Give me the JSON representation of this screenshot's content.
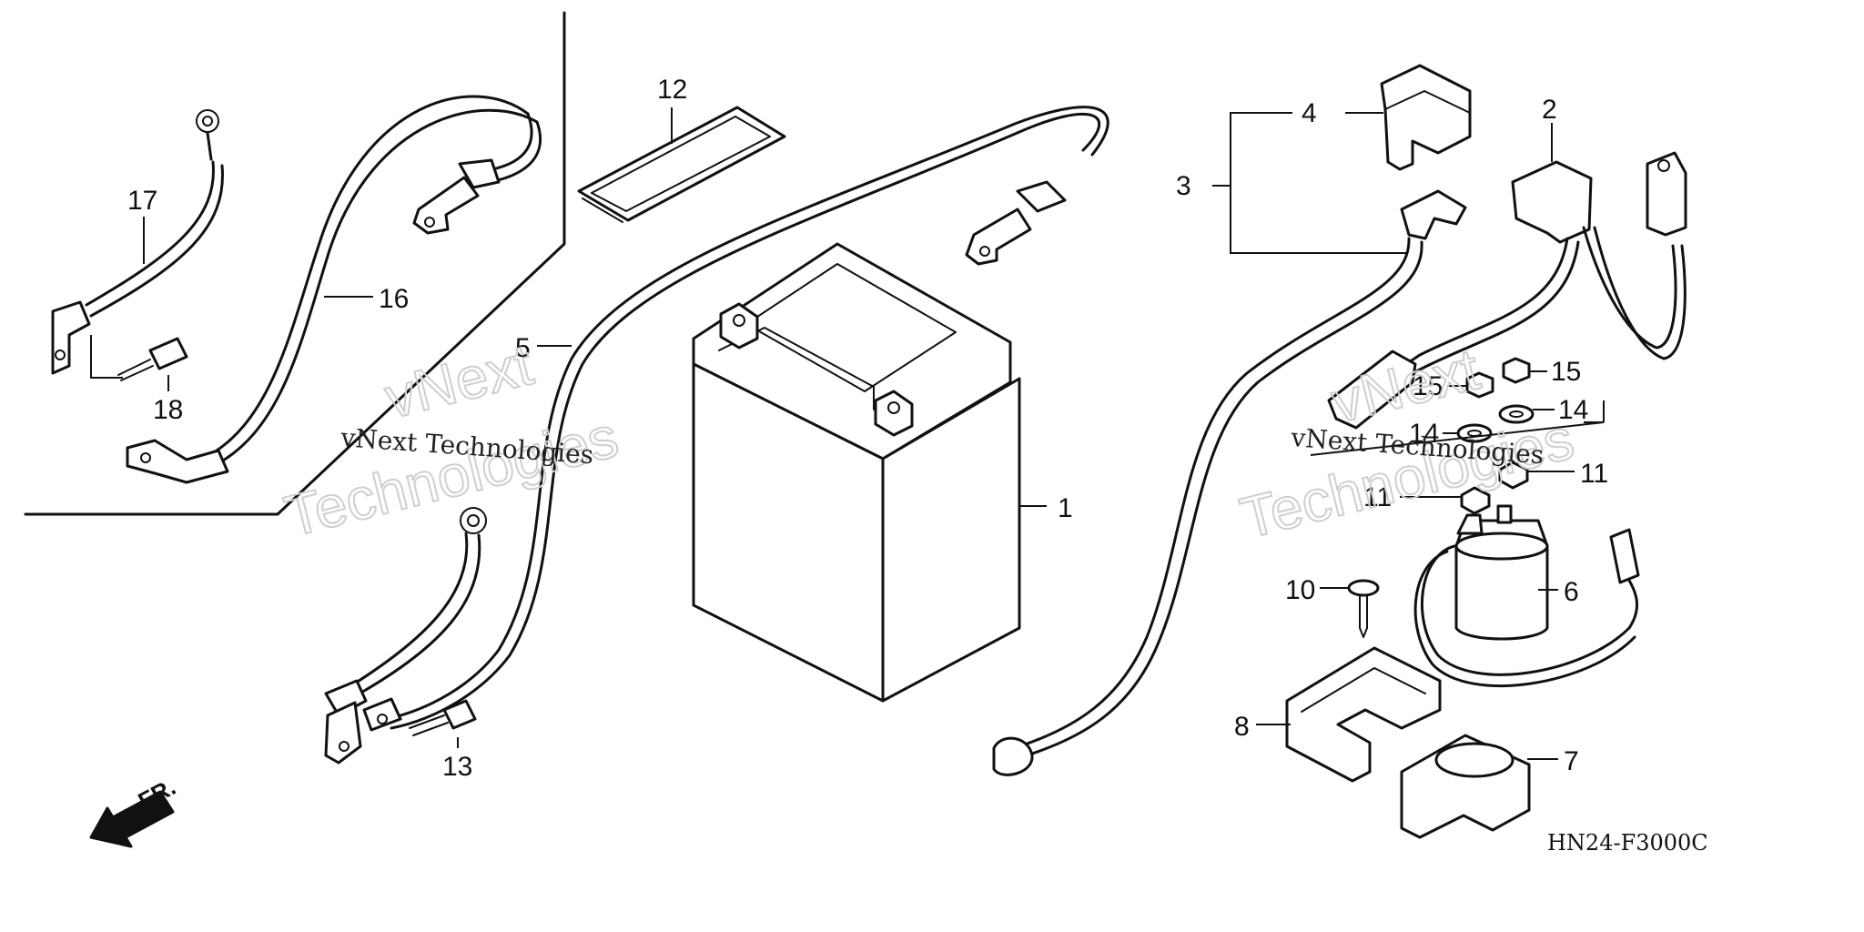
{
  "diagram": {
    "code": "HN24-F3000C",
    "direction_label": "FR.",
    "watermark": {
      "line": "vNext Technologies",
      "big_word_1": "vNext",
      "big_word_2": "Technologies"
    },
    "callouts": [
      {
        "id": "c1",
        "text": "1"
      },
      {
        "id": "c2",
        "text": "2"
      },
      {
        "id": "c3",
        "text": "3"
      },
      {
        "id": "c4",
        "text": "4"
      },
      {
        "id": "c5",
        "text": "5"
      },
      {
        "id": "c6",
        "text": "6"
      },
      {
        "id": "c7",
        "text": "7"
      },
      {
        "id": "c8",
        "text": "8"
      },
      {
        "id": "c10",
        "text": "10"
      },
      {
        "id": "c11a",
        "text": "11"
      },
      {
        "id": "c11b",
        "text": "11"
      },
      {
        "id": "c12",
        "text": "12"
      },
      {
        "id": "c13",
        "text": "13"
      },
      {
        "id": "c14a",
        "text": "14"
      },
      {
        "id": "c14b",
        "text": "14"
      },
      {
        "id": "c15a",
        "text": "15"
      },
      {
        "id": "c15b",
        "text": "15"
      },
      {
        "id": "c16",
        "text": "16"
      },
      {
        "id": "c17",
        "text": "17"
      },
      {
        "id": "c18",
        "text": "18"
      }
    ]
  }
}
